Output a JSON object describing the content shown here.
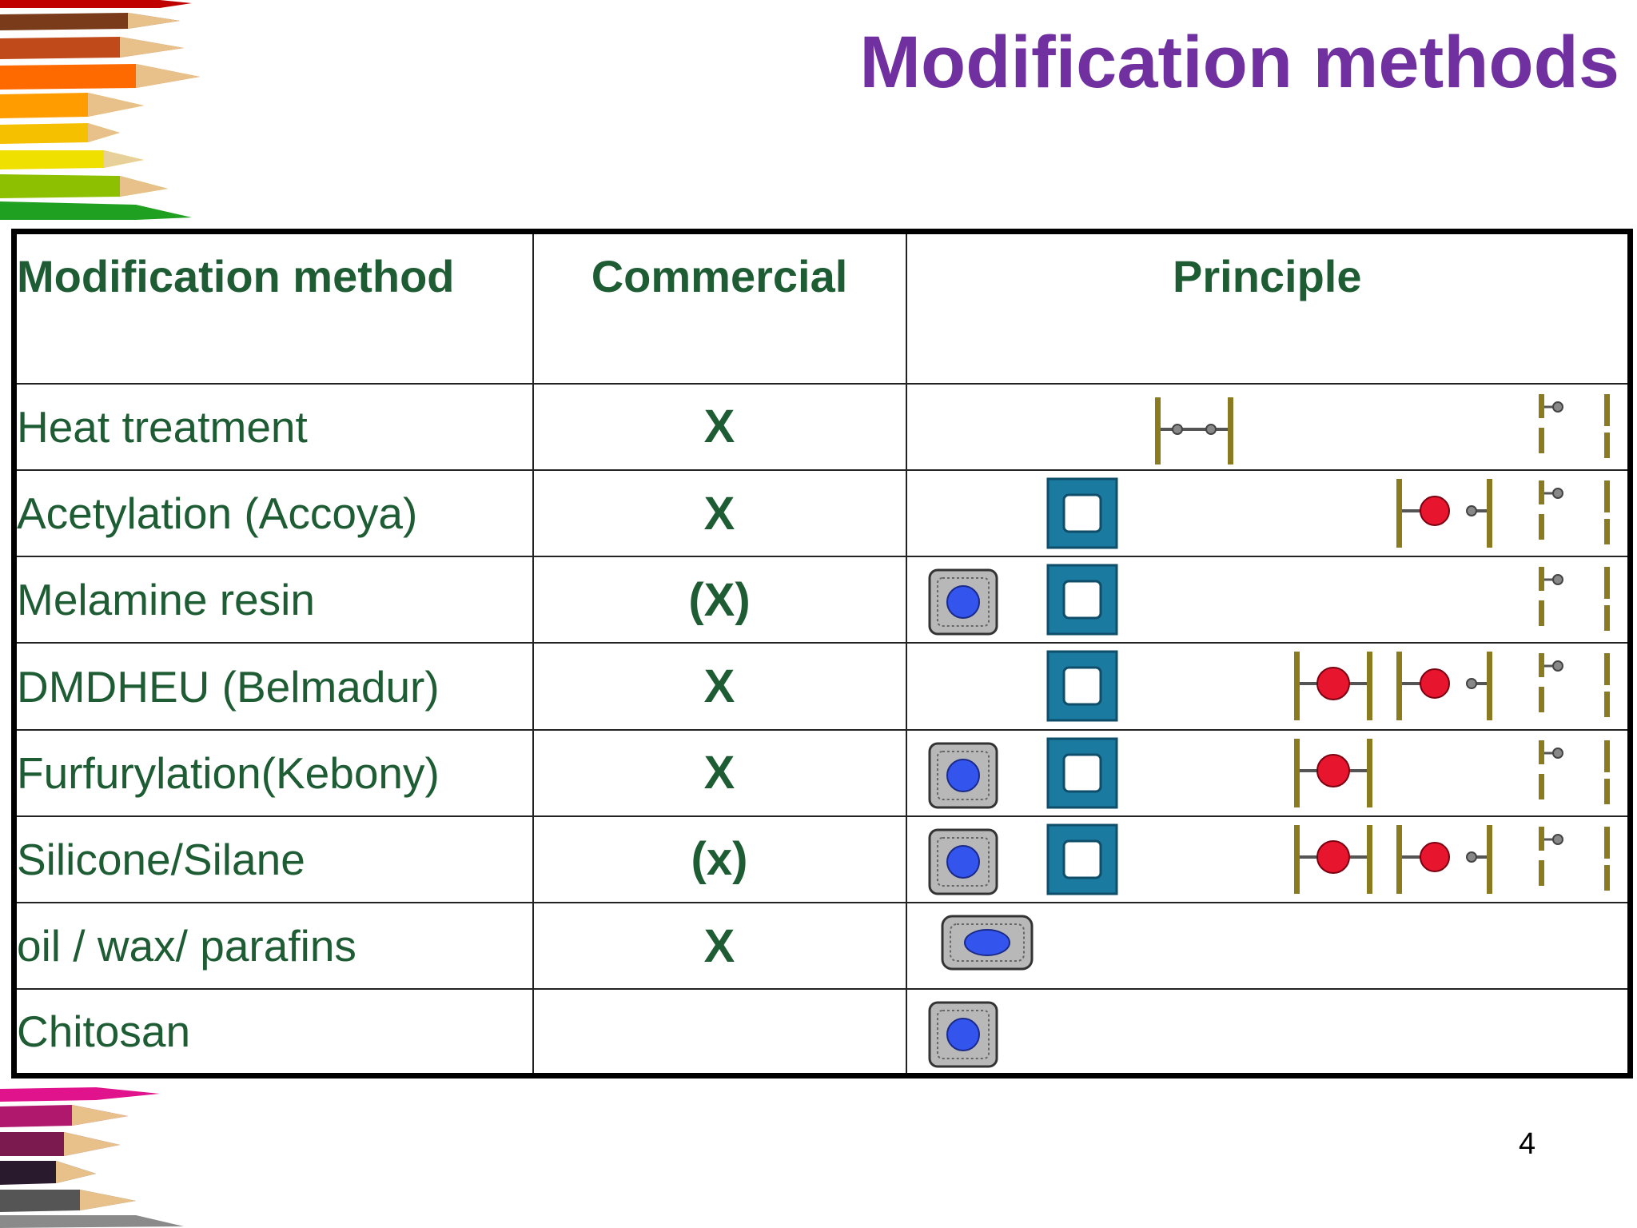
{
  "slide": {
    "title": "Modification methods",
    "page_number": "4"
  },
  "colors": {
    "title": "#7030a0",
    "table_text": "#1e5c34",
    "blue_dot": "#3355ee",
    "red_dot": "#e8152e",
    "teal_box": "#1a7aa0",
    "olive_bar": "#8a7a20"
  },
  "table": {
    "headers": {
      "method": "Modification method",
      "commercial": "Commercial",
      "principle": "Principle"
    },
    "rows": [
      {
        "method": "Heat treatment",
        "commercial": "X",
        "icons": [
          "crosslink-bar-icon",
          "single-bar-icon",
          "dashed-bar-icon"
        ]
      },
      {
        "method": "Acetylation (Accoya)",
        "commercial": "X",
        "icons": [
          "teal-box-icon",
          "red-ester-bar-icon",
          "single-bar-icon",
          "dashed-bar-icon"
        ]
      },
      {
        "method": "Melamine resin",
        "commercial": "(X)",
        "icons": [
          "blue-filled-cell-icon",
          "teal-box-icon",
          "single-bar-icon",
          "dashed-bar-icon"
        ]
      },
      {
        "method": "DMDHEU (Belmadur)",
        "commercial": "X",
        "icons": [
          "teal-box-icon",
          "red-crosslink-icon",
          "red-ester-bar-icon",
          "single-bar-icon",
          "dashed-bar-icon"
        ]
      },
      {
        "method": "Furfurylation(Kebony)",
        "commercial": "X",
        "icons": [
          "blue-filled-cell-icon",
          "teal-box-icon",
          "red-crosslink-icon",
          "single-bar-icon",
          "dashed-bar-icon"
        ]
      },
      {
        "method": "Silicone/Silane",
        "commercial": "(x)",
        "icons": [
          "blue-filled-cell-icon",
          "teal-box-icon",
          "red-crosslink-icon",
          "red-ester-bar-icon",
          "single-bar-icon",
          "dashed-bar-icon"
        ]
      },
      {
        "method": "oil / wax/ parafins",
        "commercial": "X",
        "icons": [
          "blue-coated-cell-icon"
        ]
      },
      {
        "method": "Chitosan",
        "commercial": "",
        "icons": [
          "blue-filled-cell-icon"
        ]
      }
    ]
  }
}
